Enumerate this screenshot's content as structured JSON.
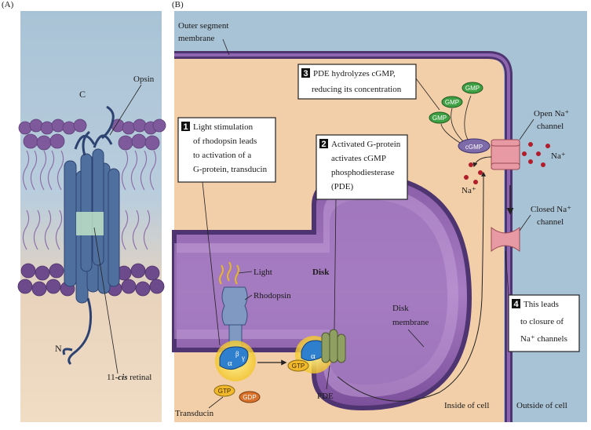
{
  "panels": {
    "a": "(A)",
    "b": "(B)"
  },
  "panel_a": {
    "c_label": "C",
    "n_label": "N",
    "opsin": "Opsin",
    "retinal_prefix": "11-",
    "retinal_italic": "cis",
    "retinal_suffix": " retinal"
  },
  "panel_b": {
    "outer_segment_membrane": [
      "Outer segment",
      "membrane"
    ],
    "step1": {
      "num": "1",
      "lines": [
        "Light stimulation",
        "of rhodopsin leads",
        "to activation of a",
        "G-protein, transducin"
      ]
    },
    "step2": {
      "num": "2",
      "lines": [
        "Activated G-protein",
        "activates cGMP",
        "phosphodiesterase",
        "(PDE)"
      ]
    },
    "step3": {
      "num": "3",
      "lines": [
        "PDE hydrolyzes cGMP,",
        "reducing its concentration"
      ]
    },
    "step4": {
      "num": "4",
      "lines": [
        "This leads",
        "to closure of",
        "Na⁺ channels"
      ]
    },
    "light": "Light",
    "rhodopsin": "Rhodopsin",
    "disk": "Disk",
    "disk_membrane": [
      "Disk",
      "membrane"
    ],
    "open_channel": [
      "Open Na⁺",
      "channel"
    ],
    "closed_channel": [
      "Closed Na⁺",
      "channel"
    ],
    "na_out": "Na⁺",
    "na_in": "Na⁺",
    "transducin": "Transducin",
    "pde": "PDE",
    "inside_cell": "Inside of cell",
    "outside_cell": "Outside of cell",
    "alpha": "α",
    "beta": "β",
    "gamma": "γ",
    "gtp": "GTP",
    "gdp": "GDP",
    "gmp": "GMP",
    "cgmp": "cGMP"
  },
  "colors": {
    "membrane_purple": "#6e4b8f",
    "cytoplasm": "#f2cfa9",
    "outside": "#a9c3d6",
    "protein_blue": "#4f6f9f",
    "alpha_blue": "#2f7fcf",
    "gtp_yellow": "#f0b82a",
    "gdp_orange": "#d9712a",
    "gmp_green": "#3fa043",
    "channel_pink": "#e79aa3"
  }
}
